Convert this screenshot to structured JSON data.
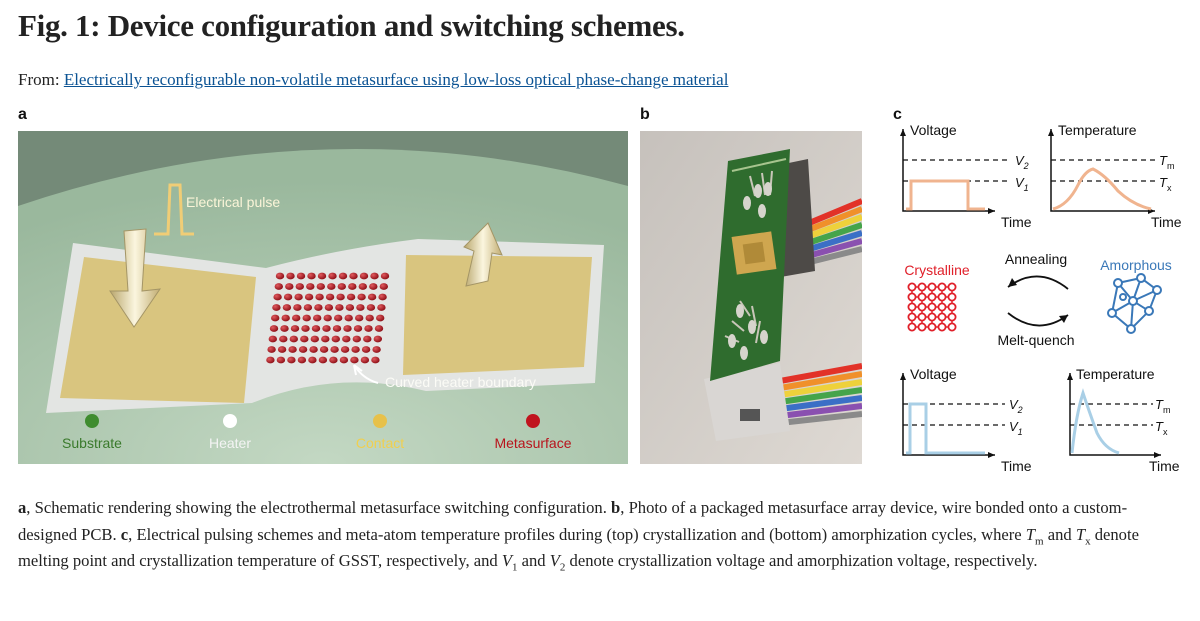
{
  "figure": {
    "title": "Fig. 1: Device configuration and switching schemes.",
    "from_label": "From:",
    "source_link": "Electrically reconfigurable non-volatile metasurface using low-loss optical phase-change material"
  },
  "panel_a": {
    "label": "a",
    "pulse_label": "Electrical pulse",
    "boundary_label": "Curved heater boundary",
    "legend": [
      {
        "label": "Substrate",
        "color": "#3f8c2f"
      },
      {
        "label": "Heater",
        "color": "#ffffff"
      },
      {
        "label": "Contact",
        "color": "#e7c14a"
      },
      {
        "label": "Metasurface",
        "color": "#c0141e"
      }
    ]
  },
  "panel_b": {
    "label": "b"
  },
  "panel_c": {
    "label": "c",
    "top_voltage": {
      "title": "Voltage",
      "xlabel": "Time",
      "levels": [
        "V2",
        "V1"
      ]
    },
    "top_temperature": {
      "title": "Temperature",
      "xlabel": "Time",
      "levels": [
        "Tm",
        "Tx"
      ]
    },
    "crystalline_label": "Crystalline",
    "amorphous_label": "Amorphous",
    "annealing_label": "Annealing",
    "melt_quench_label": "Melt-quench",
    "bottom_voltage": {
      "title": "Voltage",
      "xlabel": "Time",
      "levels": [
        "V2",
        "V1"
      ]
    },
    "bottom_temperature": {
      "title": "Temperature",
      "xlabel": "Time",
      "levels": [
        "Tm",
        "Tx"
      ]
    },
    "colors": {
      "crystallization": "#f0b48f",
      "amorphization": "#a9cfe6",
      "crystalline": "#e0202a",
      "amorphous": "#3a78b8"
    }
  },
  "caption": {
    "a_label": "a",
    "a_text": ", Schematic rendering showing the electrothermal metasurface switching configuration. ",
    "b_label": "b",
    "b_text": ", Photo of a packaged metasurface array device, wire bonded onto a custom-designed PCB. ",
    "c_label": "c",
    "c_text1": ", Electrical pulsing schemes and meta-atom temperature profiles during (top) crystallization and (bottom) amorphization cycles, where ",
    "tm": "T",
    "tm_sub": "m",
    "and1": " and ",
    "tx": "T",
    "tx_sub": "x",
    "c_text2": " denote melting point and crystallization temperature of GSST, respectively, and ",
    "v1": "V",
    "v1_sub": "1",
    "and2": " and ",
    "v2": "V",
    "v2_sub": "2",
    "c_text3": " denote crystallization voltage and amorphization voltage, respectively."
  }
}
